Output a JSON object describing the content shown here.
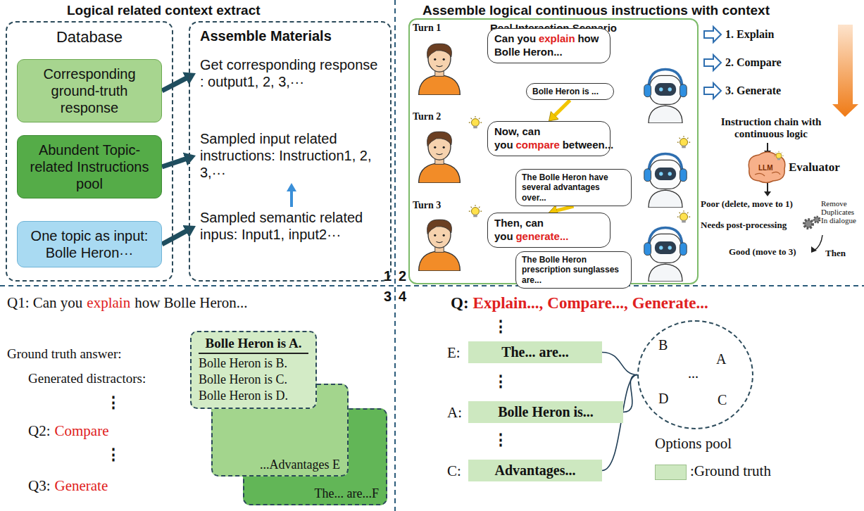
{
  "diagram": {
    "nodes": [
      {
        "text": [
          "Database"
        ]
      },
      {
        "text": [
          "Corresponding ground-truth response"
        ],
        "in": 0
      },
      {
        "text": [
          "Abundent Topic-related Instructions pool"
        ],
        "in": 0
      },
      {
        "text": [
          "One topic as input: Bolle Heron···"
        ],
        "in": 0
      },
      {
        "text": [
          "Assemble Materials"
        ]
      },
      {
        "text": [
          "Get corresponding response : output1, 2, 3,···"
        ],
        "in": 4
      },
      {
        "text": [
          "Sampled input related instructions: Instruction1, 2, 3,···"
        ],
        "in": 4
      },
      {
        "text": [
          "Sampled semantic related inpus: Input1, input2···"
        ],
        "in": 4
      },
      {
        "text": [
          "Real Interaction Scenario"
        ]
      },
      {
        "text": [
          "Can you",
          "explain",
          "how Bolle Heron..."
        ],
        "in": 8
      },
      {
        "text": [
          "Bolle Heron is ..."
        ],
        "in": 8
      },
      {
        "text": [
          "Now, can you",
          "compare",
          "between..."
        ],
        "in": 8
      },
      {
        "text": [
          "The Bolle Heron have several advantages over..."
        ],
        "in": 8
      },
      {
        "text": [
          "Then, can you",
          "generate..."
        ],
        "in": 8
      },
      {
        "text": [
          "The Bolle Heron prescription sunglasses are..."
        ],
        "in": 8
      },
      {
        "text": [
          "Bolle Heron is A.",
          "Bolle Heron is B.",
          "Bolle Heron is C.",
          "Bolle Heron is D."
        ]
      },
      {
        "text": [
          "...Advantages E"
        ]
      },
      {
        "text": [
          "The... are...F"
        ]
      },
      {
        "text": [
          "The... are..."
        ]
      },
      {
        "text": [
          "Bolle Heron is..."
        ]
      },
      {
        "text": [
          "Advantages..."
        ]
      },
      {
        "text": [
          "B",
          "A",
          "...",
          "D",
          "C"
        ]
      }
    ],
    "edges": [
      {
        "from": 1,
        "to": 5,
        "arrow": "to"
      },
      {
        "from": 2,
        "to": 6,
        "arrow": "to"
      },
      {
        "from": 3,
        "to": 7,
        "arrow": "to"
      },
      {
        "from": 7,
        "to": 6,
        "arrow": "to"
      },
      {
        "from": 10,
        "to": 11,
        "arrow": "to"
      },
      {
        "from": 12,
        "to": 13,
        "arrow": "to"
      },
      {
        "from": 18,
        "to": 21,
        "arrow": "none"
      },
      {
        "from": 19,
        "to": 21,
        "arrow": "none"
      },
      {
        "from": 20,
        "to": 21,
        "arrow": "none"
      }
    ],
    "labels": [
      "Logical related context extract",
      "Assemble logical continuous instructions with context",
      "1",
      "2",
      "3",
      "4",
      "Turn 1",
      "Turn 2",
      "Turn 3",
      "1. Explain",
      "2. Compare",
      "3. Generate",
      "Instruction chain with continuous logic",
      "LLM",
      "Evaluator",
      "Poor (delete, move to 1)",
      "Needs post-processing",
      "Remove Duplicates In dialogue",
      "Good (move to 3)",
      "Then",
      "Q1: Can you",
      "explain",
      "how Bolle Heron...",
      "Ground truth answer:",
      "Generated distractors:",
      "⋮",
      "Q2:",
      "Compare",
      "⋮",
      "Q3:",
      "Generate",
      "Q:",
      "Explain...,",
      "Compare...,",
      "Generate...",
      "⋮",
      "E:",
      "⋮",
      "A:",
      "⋮",
      "C:",
      "Options pool"
    ],
    "legend": [
      {
        "text": ":Ground truth",
        "color": "#cde8c0"
      }
    ]
  }
}
